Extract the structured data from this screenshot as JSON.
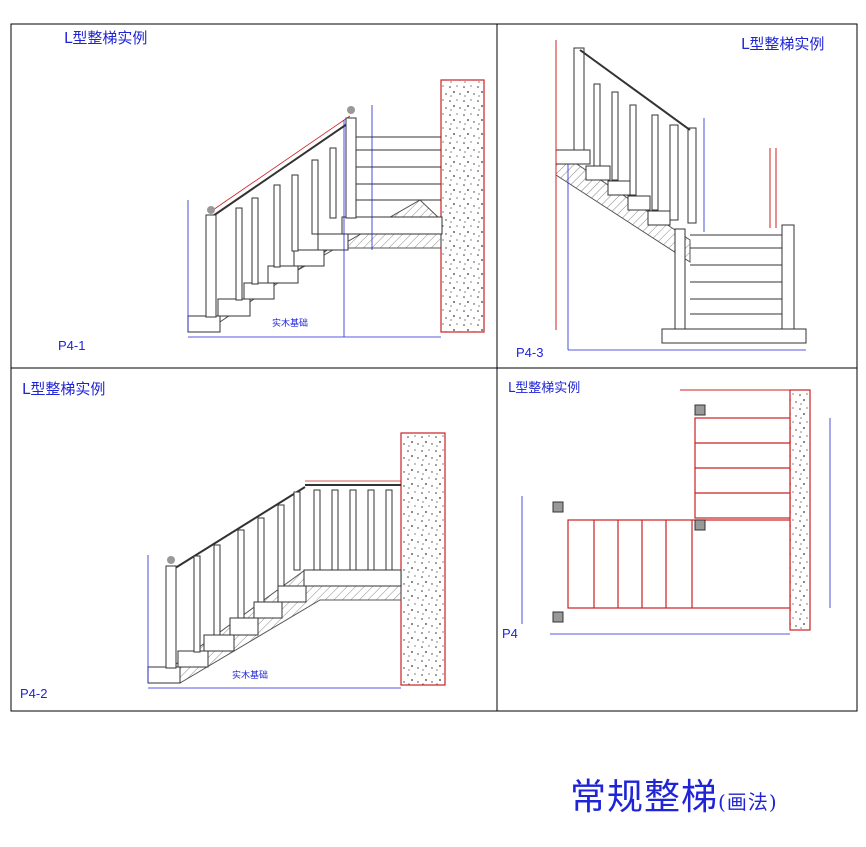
{
  "panels": [
    {
      "heading": "L型整梯实例",
      "label": "P4-1",
      "note": "实木基础"
    },
    {
      "heading": "L型整梯实例",
      "label": "P4-3"
    },
    {
      "heading": "L型整梯实例",
      "label": "P4-2",
      "note": "实木基础"
    },
    {
      "heading": "L型整梯实例",
      "label": "P4"
    }
  ],
  "title": {
    "main": "常规整梯",
    "sub": "(画法)"
  },
  "colors": {
    "ink": "#1f24d6",
    "frame": "#000000",
    "wall": "#cc2222",
    "hatch": "#777777"
  }
}
